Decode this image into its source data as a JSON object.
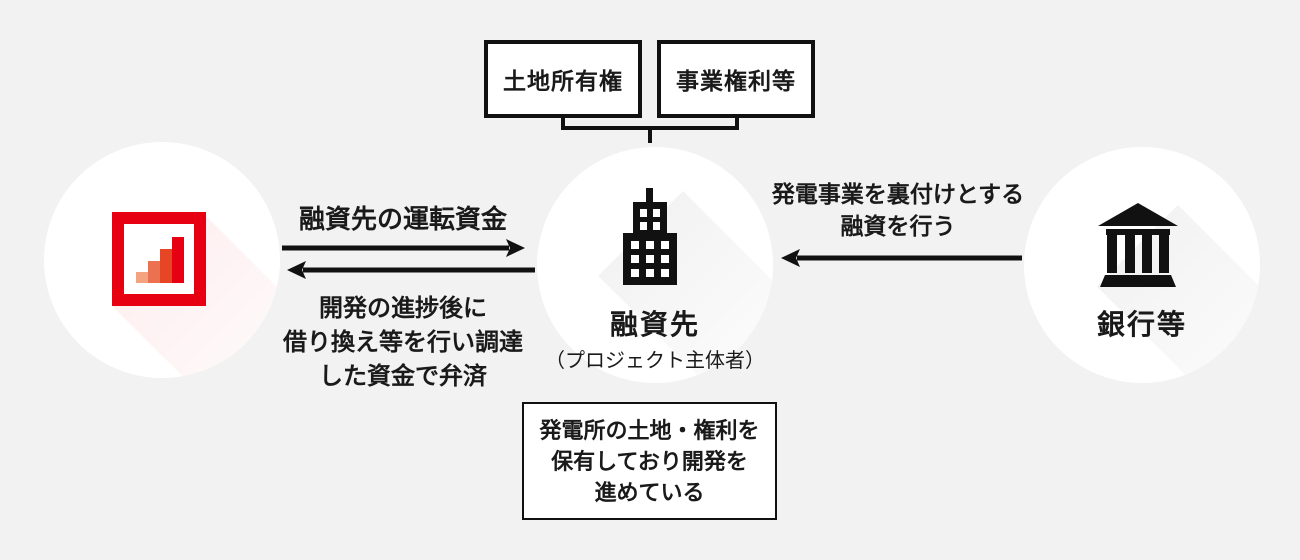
{
  "diagram": {
    "background": "#f2f2f2",
    "ink": "#111111"
  },
  "collateral_boxes": [
    {
      "label": "土地所有権"
    },
    {
      "label": "事業権利等"
    }
  ],
  "entities": {
    "company": {
      "icon": "bar-chart-logo-icon",
      "frame_color": "#e60012",
      "bar_colors": [
        "#f3a37f",
        "#ec7150",
        "#e64526",
        "#e60012"
      ]
    },
    "borrower": {
      "icon": "office-building-icon",
      "title": "融資先",
      "subtitle": "（プロジェクト主体者）"
    },
    "bank": {
      "icon": "bank-icon",
      "title": "銀行等"
    }
  },
  "flows": {
    "company_to_borrower": {
      "label": "融資先の運転資金"
    },
    "borrower_to_company": {
      "lines": [
        "開発の進捗後に",
        "借り換え等を行い調達",
        "した資金で弁済"
      ]
    },
    "bank_to_borrower": {
      "lines": [
        "発電事業を裏付けとする",
        "融資を行う"
      ]
    }
  },
  "note_box": {
    "lines": [
      "発電所の土地・権利を",
      "保有しており開発を",
      "進めている"
    ]
  }
}
